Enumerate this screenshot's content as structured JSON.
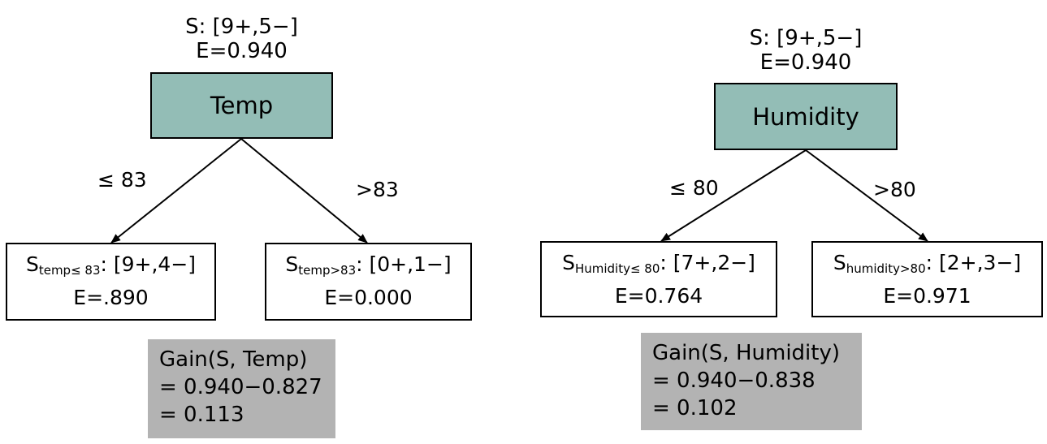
{
  "colors": {
    "node_fill": "#93bdb6",
    "gain_fill": "#b3b3b3",
    "edge": "#000000"
  },
  "left_tree": {
    "root_set": "S: [9+,5−]",
    "root_entropy": "E=0.940",
    "attribute": "Temp",
    "edge_low": "≤ 83",
    "edge_high": ">83",
    "leaf_low": {
      "prefix": "S",
      "subscript": "temp≤ 83",
      "counts": ": [9+,4−]",
      "entropy": "E=.890"
    },
    "leaf_high": {
      "prefix": "S",
      "subscript": "temp>83",
      "counts": ": [0+,1−]",
      "entropy": "E=0.000"
    },
    "gain": {
      "line1": "Gain(S, Temp)",
      "line2": "= 0.940−0.827",
      "line3": "= 0.113"
    }
  },
  "right_tree": {
    "root_set": "S: [9+,5−]",
    "root_entropy": "E=0.940",
    "attribute": "Humidity",
    "edge_low": "≤ 80",
    "edge_high": ">80",
    "leaf_low": {
      "prefix": "S",
      "subscript": "Humidity≤ 80",
      "counts": ": [7+,2−]",
      "entropy": "E=0.764"
    },
    "leaf_high": {
      "prefix": "S",
      "subscript": "humidity>80",
      "counts": ": [2+,3−]",
      "entropy": "E=0.971"
    },
    "gain": {
      "line1": "Gain(S, Humidity)",
      "line2": "= 0.940−0.838",
      "line3": "= 0.102"
    }
  }
}
